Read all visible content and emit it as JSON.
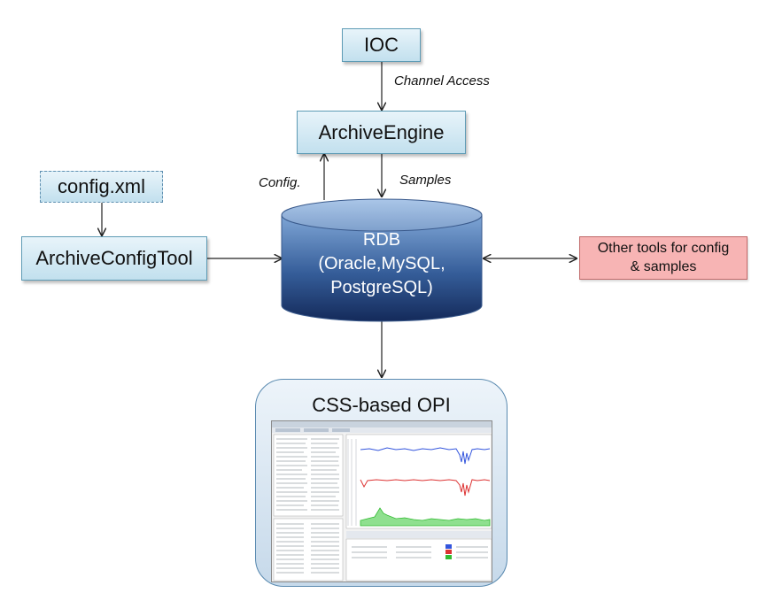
{
  "nodes": {
    "ioc": "IOC",
    "archive_engine": "ArchiveEngine",
    "config_xml": "config.xml",
    "archive_config_tool": "ArchiveConfigTool",
    "rdb_line1": "RDB",
    "rdb_line2": "(Oracle,MySQL,",
    "rdb_line3": "PostgreSQL)",
    "other_tools_line1": "Other tools for config",
    "other_tools_line2": "& samples",
    "opi_title": "CSS-based OPI"
  },
  "edge_labels": {
    "channel_access": "Channel Access",
    "config": "Config.",
    "samples": "Samples"
  },
  "colors": {
    "blue_box_fill": "#c2e0ee",
    "blue_box_border": "#5e9bb5",
    "red_box_fill": "#f7b4b4",
    "cylinder_top": "#7fa6d6",
    "cylinder_bottom": "#142a5a",
    "arrow": "#222222",
    "plot_blue": "#3355dd",
    "plot_red": "#dd3333",
    "plot_green": "#33bb33"
  }
}
